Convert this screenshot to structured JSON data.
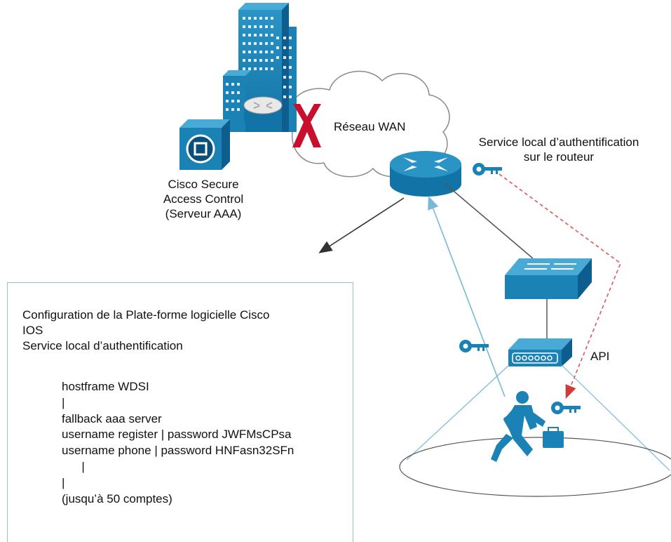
{
  "labels": {
    "aaa_server": [
      "Cisco Secure",
      "Access Control",
      "(Serveur AAA)"
    ],
    "wan": "Réseau WAN",
    "local_auth_service": [
      "Service local d’authentification",
      "sur le routeur"
    ],
    "api": "API"
  },
  "config": {
    "title_lines": [
      "Configuration de la Plate-forme logicielle Cisco",
      "IOS",
      "Service local d’authentification"
    ],
    "lines": [
      "hostframe WDSI",
      "|",
      "fallback aaa server",
      "username register | password JWFMsCPsa",
      "username phone | password HNFasn32SFn",
      "      |",
      "|",
      "(jusqu’à 50 comptes)"
    ]
  },
  "colors": {
    "device_blue": "#1a82b4",
    "device_dark": "#0a4f7a",
    "failure_x": "#c8102e",
    "dashed_arrow": "#e05555",
    "link_arrow": "#7ab8d4"
  },
  "icons": [
    "building-icon",
    "router-icon",
    "cloud-icon",
    "failure-x-icon",
    "acs-server-icon",
    "key-icon",
    "switch-icon",
    "access-point-icon",
    "user-icon"
  ]
}
